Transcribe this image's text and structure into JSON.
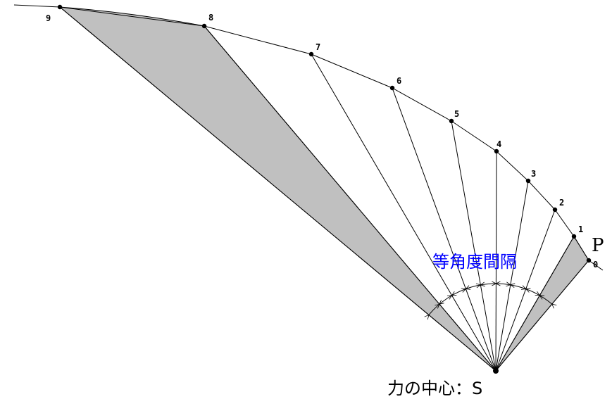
{
  "point_labels": [
    "0",
    "1",
    "2",
    "3",
    "4",
    "5",
    "6",
    "7",
    "8",
    "9"
  ],
  "planet_label": "P",
  "equal_angle_label": "等角度間隔",
  "center_label": "力の中心：S",
  "colors": {
    "shade": "#c0c0c0",
    "accent": "#0000ff",
    "line": "#000000"
  }
}
